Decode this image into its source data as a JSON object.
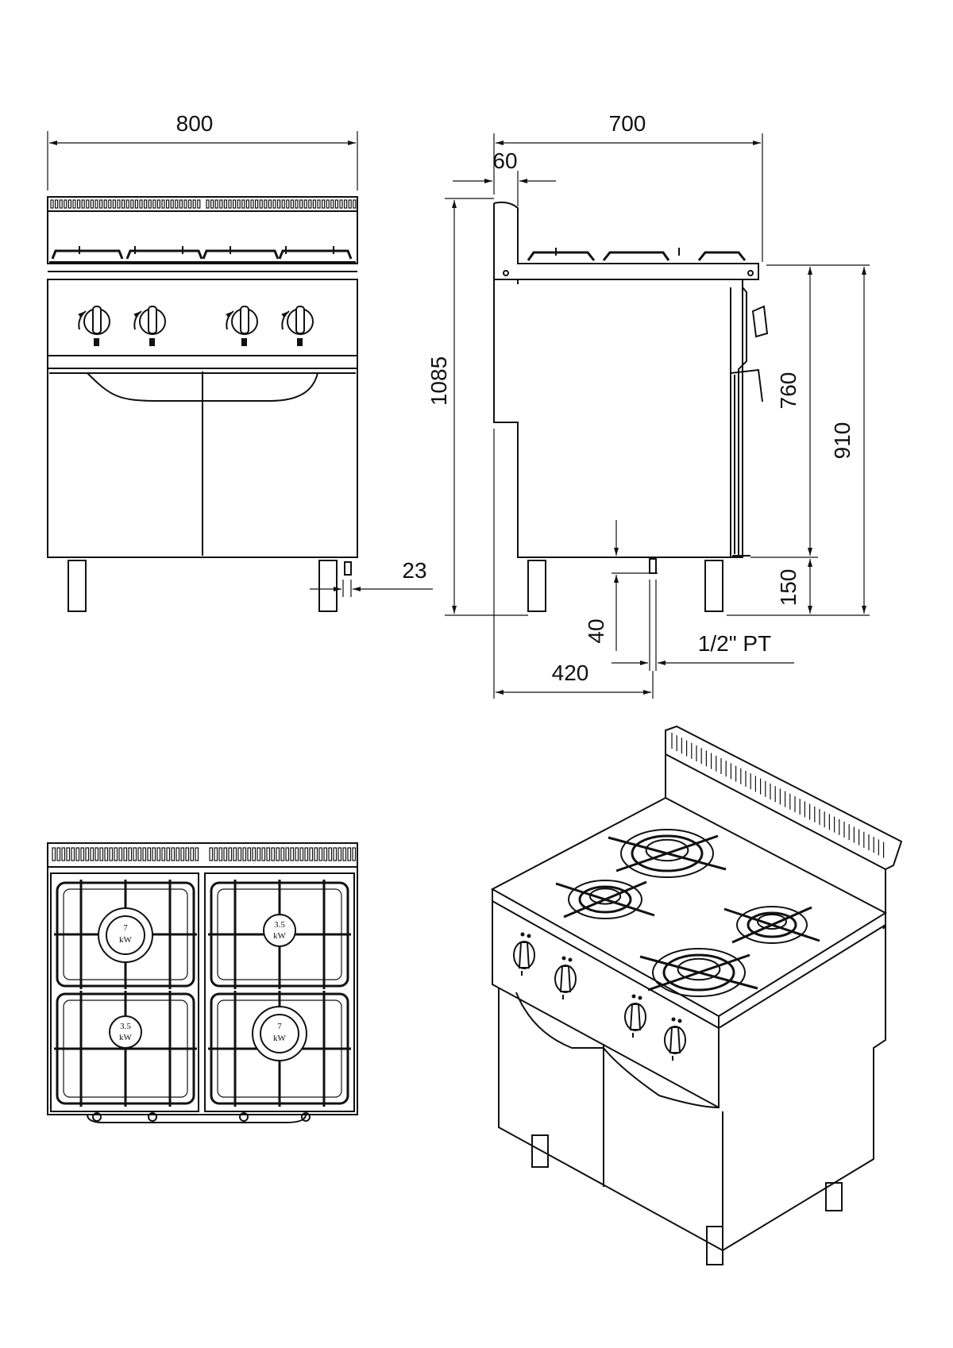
{
  "front_view": {
    "width_label": "800",
    "foot_label": "23"
  },
  "side_view": {
    "depth_label": "700",
    "splash_label": "60",
    "height_label": "1085",
    "worktop_label": "760",
    "total_label": "910",
    "leg_label": "150",
    "gas_offset_label": "40",
    "gas_position_label": "420",
    "connection_label": "1/2\" PT"
  },
  "top_view": {
    "burners": [
      {
        "power": "7",
        "unit": "kW"
      },
      {
        "power": "3.5",
        "unit": "kW"
      },
      {
        "power": "3.5",
        "unit": "kW"
      },
      {
        "power": "7",
        "unit": "kW"
      }
    ]
  }
}
